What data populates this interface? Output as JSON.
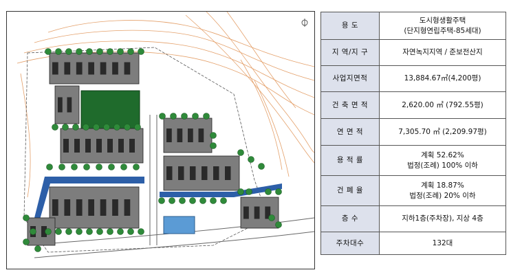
{
  "site_plan": {
    "colors": {
      "building_roof": "#7d7d7d",
      "building_core": "#2a2a2a",
      "tree": "#2f8a3a",
      "sports_field": "#1f6b2c",
      "water_channel": "#2d5fa8",
      "pool": "#5b9bd5",
      "contour": "#e4a06a"
    }
  },
  "spec": {
    "rows": [
      {
        "label": "용 도",
        "value": "도시형생활주택\n(단지형연립주택-85세대)"
      },
      {
        "label": "지 역/지 구",
        "value": "자연녹지지역 / 준보전산지"
      },
      {
        "label": "사업지면적",
        "value": "13,884.67㎡(4,200평)"
      },
      {
        "label": "건 축 면 적",
        "value": "2,620.00 ㎡ (792.55평)"
      },
      {
        "label": "연 면 적",
        "value": "7,305.70 ㎡ (2,209.97평)"
      },
      {
        "label": "용 적 률",
        "value": "계획 52.62%\n법정(조례) 100% 이하"
      },
      {
        "label": "건 폐 율",
        "value": "계획 18.87%\n법정(조례) 20% 이하"
      },
      {
        "label": "층 수",
        "value": "지하1층(주차장), 지상 4층"
      },
      {
        "label": "주차대수",
        "value": "132대"
      }
    ]
  }
}
